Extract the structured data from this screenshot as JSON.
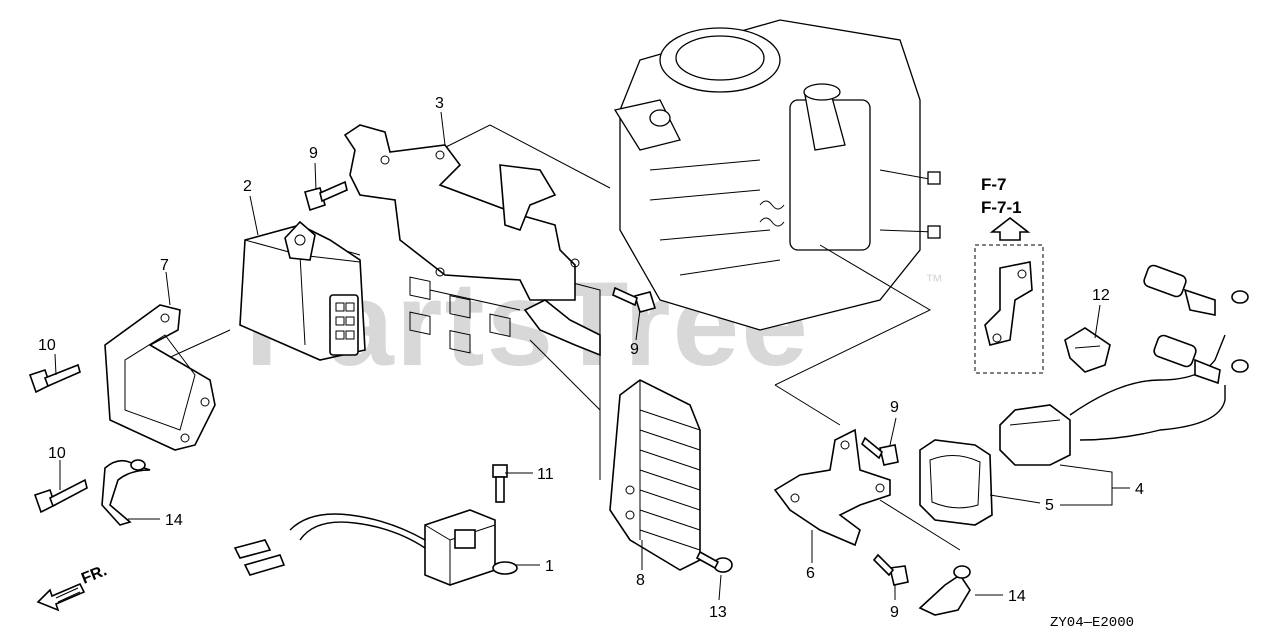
{
  "watermark": {
    "text": "PartsTree",
    "trademark": "™"
  },
  "reference": {
    "line1": "F-7",
    "line2": "F-7-1"
  },
  "direction_label": "FR.",
  "drawing_code": "ZY04—E2000",
  "callouts": {
    "c1": "1",
    "c2": "2",
    "c3": "3",
    "c4": "4",
    "c5": "5",
    "c6": "6",
    "c7": "7",
    "c8": "8",
    "c9a": "9",
    "c9b": "9",
    "c9c": "9",
    "c9d": "9",
    "c10a": "10",
    "c10b": "10",
    "c11": "11",
    "c12": "12",
    "c13": "13",
    "c14a": "14",
    "c14b": "14"
  }
}
